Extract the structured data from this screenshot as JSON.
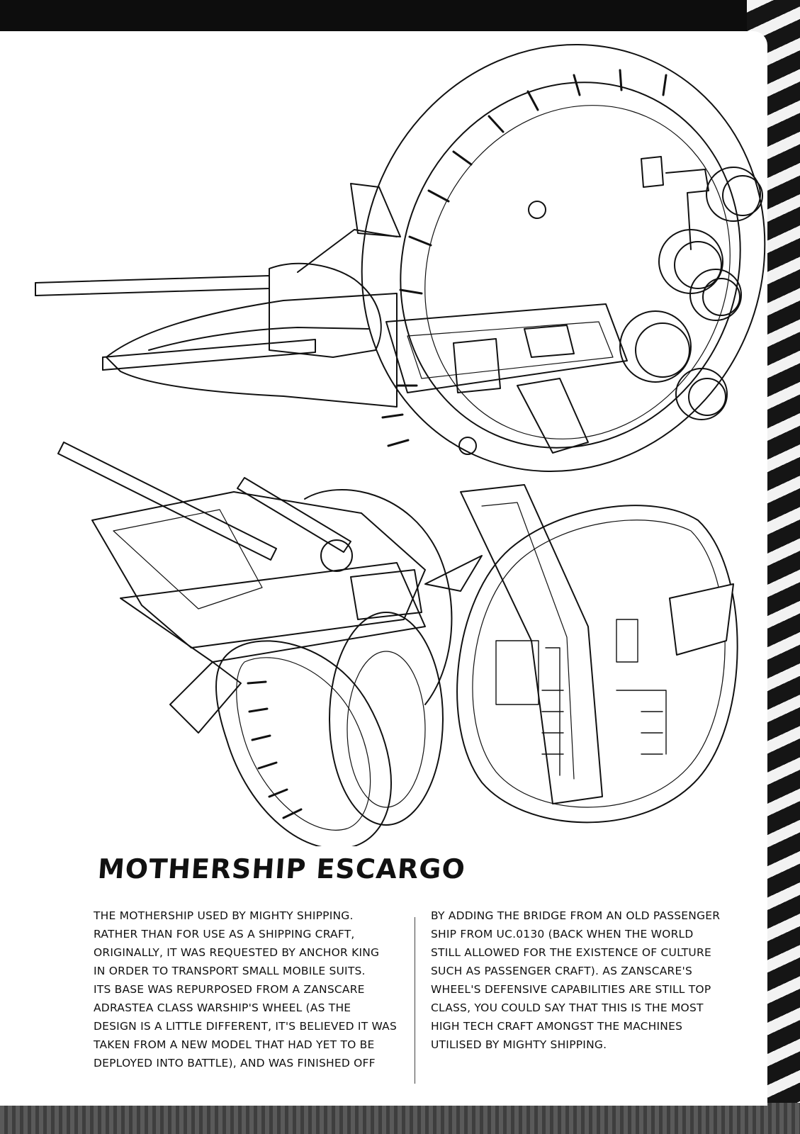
{
  "title": "MOTHERSHIP ESCARGO",
  "body_left": "      THE MOTHERSHIP USED BY MIGHTY SHIPPING.\nRATHER THAN FOR USE AS A SHIPPING CRAFT,\nORIGINALLY, IT WAS REQUESTED BY ANCHOR KING\nIN ORDER TO TRANSPORT SMALL MOBILE SUITS.\nITS BASE WAS REPURPOSED FROM A ZANSCARE\nADRASTEA CLASS WARSHIP'S WHEEL (AS THE\nDESIGN IS A LITTLE DIFFERENT, IT'S BELIEVED IT WAS\nTAKEN FROM A NEW MODEL THAT HAD YET TO BE\nDEPLOYED INTO BATTLE), AND WAS FINISHED OFF",
  "body_right": "BY ADDING THE BRIDGE FROM AN OLD PASSENGER\nSHIP FROM UC.0130 (BACK WHEN THE WORLD\nSTILL ALLOWED FOR THE EXISTENCE OF CULTURE\nSUCH AS PASSENGER CRAFT). AS ZANSCARE'S\nWHEEL'S DEFENSIVE CAPABILITIES ARE STILL TOP\nCLASS, YOU COULD SAY THAT THIS IS THE MOST\nHIGH TECH CRAFT AMONGST THE MACHINES\nUTILISED BY MIGHTY SHIPPING.",
  "colors": {
    "ink": "#111111",
    "paper": "#ffffff",
    "frame": "#1c1c1c"
  }
}
